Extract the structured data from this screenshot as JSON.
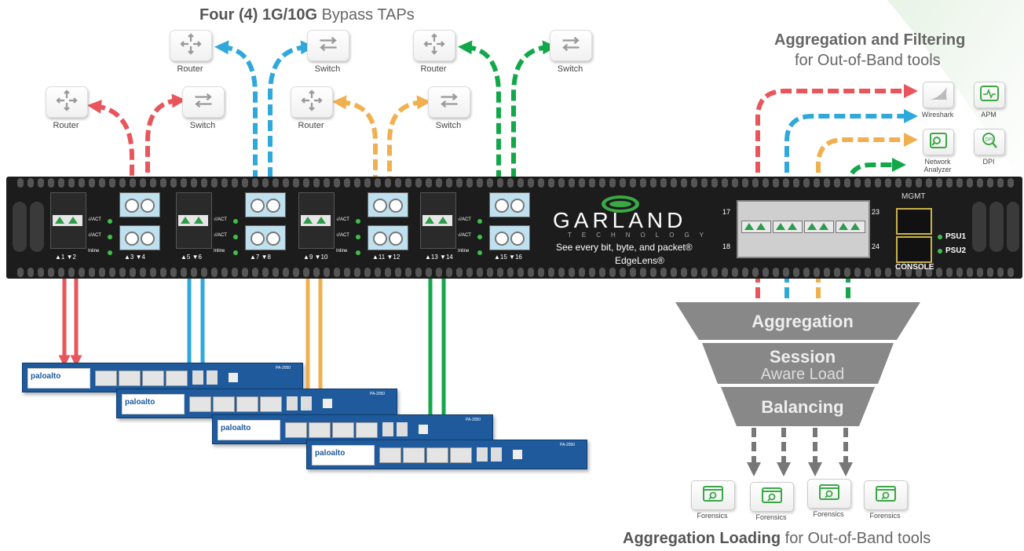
{
  "titles": {
    "top_bold": "Four (4) 1G/10G",
    "top_rest": " Bypass TAPs",
    "right_line1": "Aggregation and Filtering",
    "right_line2": "for Out-of-Band tools",
    "bottom_bold": "Aggregation Loading",
    "bottom_rest": " for Out-of-Band tools"
  },
  "network_devices": [
    {
      "type": "router",
      "label": "Router"
    },
    {
      "type": "switch",
      "label": "Switch"
    },
    {
      "type": "router",
      "label": "Router"
    },
    {
      "type": "switch",
      "label": "Switch"
    },
    {
      "type": "router",
      "label": "Router"
    },
    {
      "type": "switch",
      "label": "Switch"
    },
    {
      "type": "router",
      "label": "Router"
    },
    {
      "type": "switch",
      "label": "Switch"
    }
  ],
  "oob_tools": [
    {
      "icon": "shark-fin-icon",
      "label": "Wireshark"
    },
    {
      "icon": "pulse-monitor-icon",
      "label": "APM"
    },
    {
      "icon": "network-analyzer-icon",
      "label": "Network Analyzer"
    },
    {
      "icon": "dpi-search-icon",
      "label": "DPI"
    }
  ],
  "forensics_tools": [
    "Forensics",
    "Forensics",
    "Forensics",
    "Forensics"
  ],
  "appliance": {
    "brand": "GARLAND",
    "brand_sub": "TECHNOLOGY",
    "tagline": "See every bit, byte, and packet®",
    "product": "EdgeLens®",
    "led_act": "√/ACT",
    "led_inline": "Inline",
    "port_pairs": [
      "▲1 ▼2",
      "▲3 ▼4",
      "▲5 ▼6",
      "▲7 ▼8",
      "▲9 ▼10",
      "▲11 ▼12",
      "▲13 ▼14",
      "▲15 ▼16"
    ],
    "sfp_numbers": [
      "17",
      "18",
      "23",
      "24"
    ],
    "mgmt_label": "MGMT",
    "console_label": "CONSOLE",
    "psu1": "PSU1",
    "psu2": "PSU2"
  },
  "funnel": {
    "stage1": "Aggregation",
    "stage2_bold": "Session",
    "stage2_light": "Aware Load",
    "stage3": "Balancing"
  },
  "firewalls": [
    {
      "brand": "paloalto",
      "model": "PA-2050"
    },
    {
      "brand": "paloalto",
      "model": "PA-2050"
    },
    {
      "brand": "paloalto",
      "model": "PA-2050"
    },
    {
      "brand": "paloalto",
      "model": "PA-2050"
    }
  ],
  "colors": {
    "red": "#e8555a",
    "blue": "#2fa8dc",
    "orange": "#f0b050",
    "green": "#12a84a",
    "appliance": "#1c1c1c",
    "firewall": "#1e5a9c",
    "funnel": "#8a8a8a"
  }
}
